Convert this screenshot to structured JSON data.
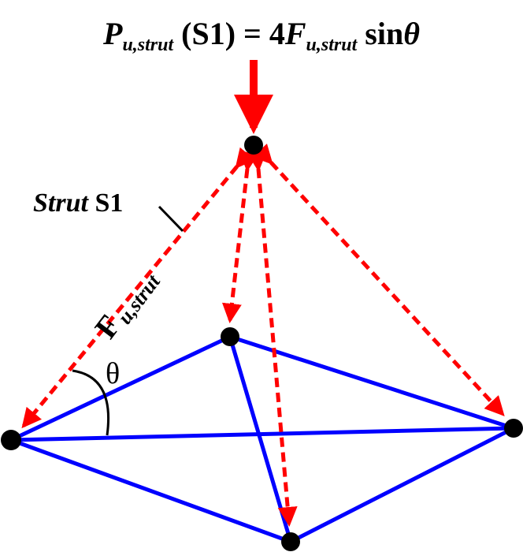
{
  "title": {
    "P": "P",
    "P_sub": "u,strut",
    "lhs_arg": " (S1) = 4",
    "F": "F",
    "F_sub": "u,strut",
    "sin": " sin",
    "theta": "θ"
  },
  "labels": {
    "strut_word": "Strut",
    "strut_id": " S1",
    "force_F": "F",
    "force_sub": "u,strut",
    "angle": "θ"
  },
  "colors": {
    "base_edges": "#0000ff",
    "struts": "#ff0000",
    "nodes": "#000000"
  }
}
